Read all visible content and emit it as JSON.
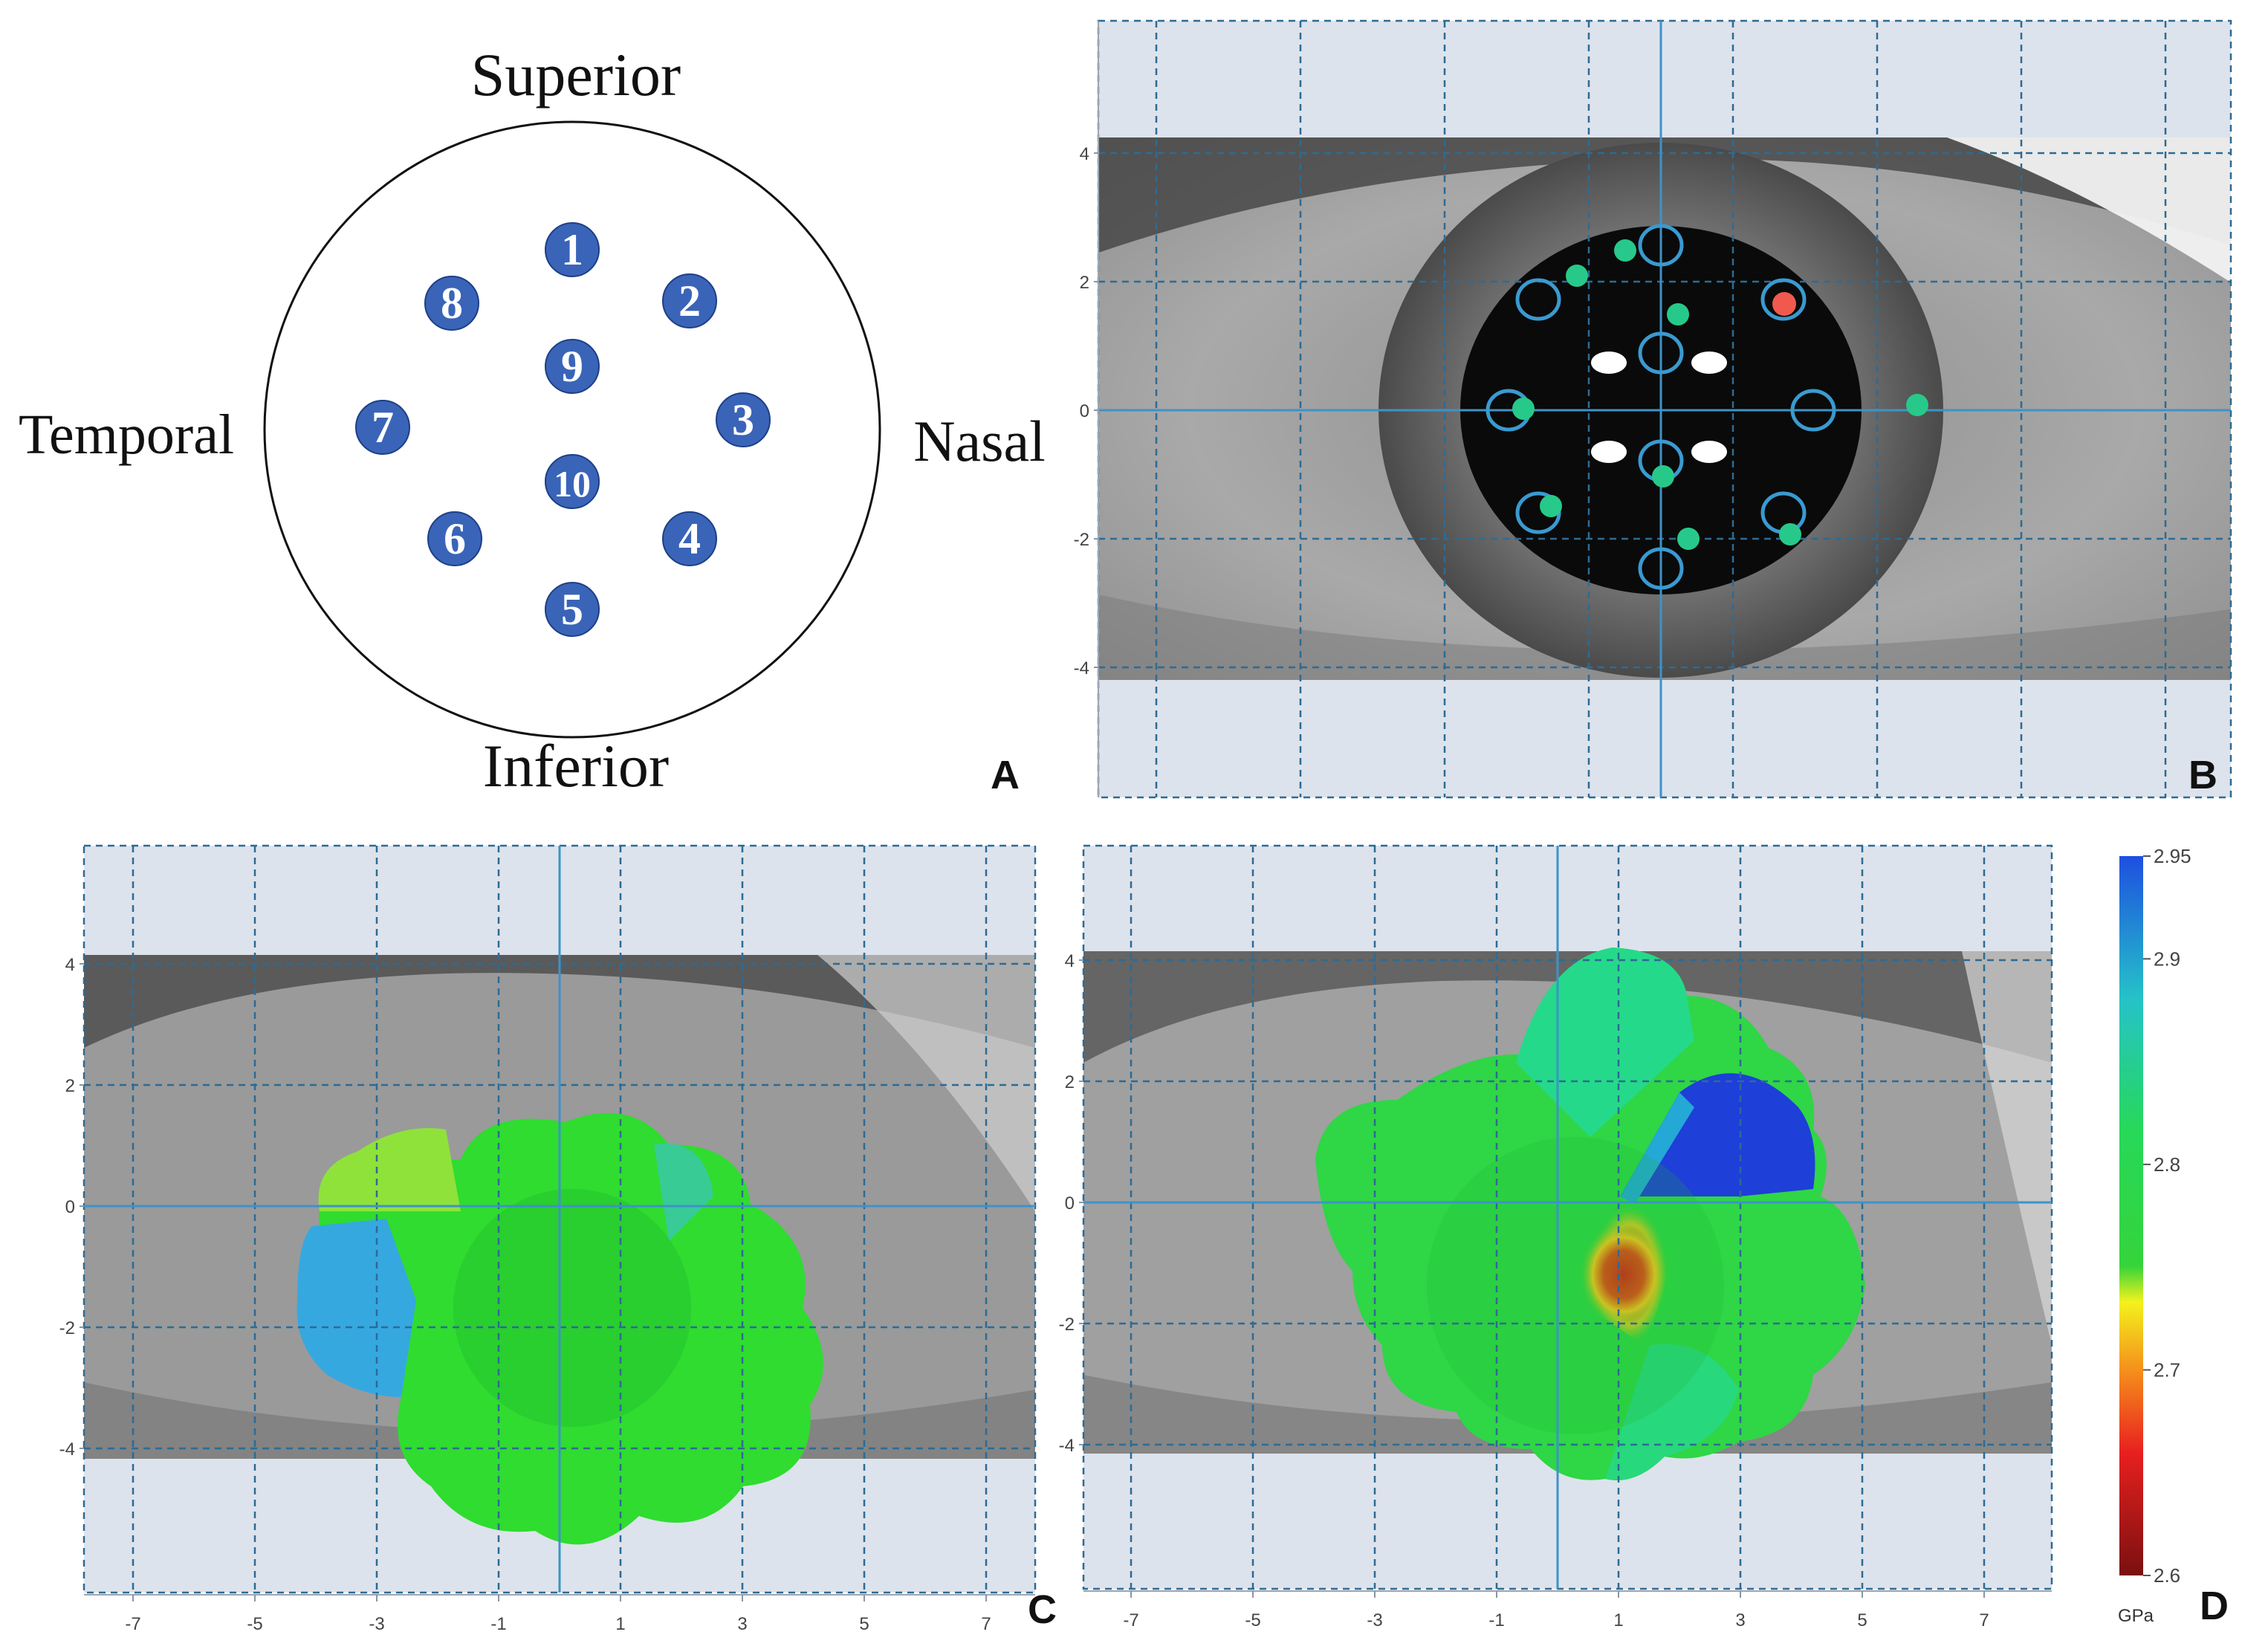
{
  "panel_a": {
    "letter": "A",
    "labels": {
      "superior": "Superior",
      "inferior": "Inferior",
      "temporal": "Temporal",
      "nasal": "Nasal"
    },
    "points": [
      {
        "num": "1"
      },
      {
        "num": "2"
      },
      {
        "num": "3"
      },
      {
        "num": "4"
      },
      {
        "num": "5"
      },
      {
        "num": "6"
      },
      {
        "num": "7"
      },
      {
        "num": "8"
      },
      {
        "num": "9"
      },
      {
        "num": "10"
      }
    ],
    "point_color": "#3a64b8"
  },
  "panel_b": {
    "letter": "B",
    "y_ticks": [
      "4",
      "2",
      "0",
      "-2",
      "-4"
    ],
    "colors": {
      "target": "#3a9ad0",
      "measured": "#27c98a",
      "outlier": "#f05a4e"
    }
  },
  "panel_c": {
    "letter": "C",
    "y_ticks": [
      "4",
      "2",
      "0",
      "-2",
      "-4"
    ],
    "x_ticks": [
      "-7",
      "-5",
      "-3",
      "-1",
      "1",
      "3",
      "5",
      "7"
    ]
  },
  "panel_d": {
    "letter": "D",
    "y_ticks": [
      "4",
      "2",
      "0",
      "-2",
      "-4"
    ],
    "x_ticks": [
      "-7",
      "-5",
      "-3",
      "-1",
      "1",
      "3",
      "5",
      "7"
    ]
  },
  "colorbar": {
    "ticks": [
      "2.95",
      "2.9",
      "2.8",
      "2.7",
      "2.6"
    ],
    "unit": "GPa",
    "min": 2.6,
    "max": 2.95
  }
}
